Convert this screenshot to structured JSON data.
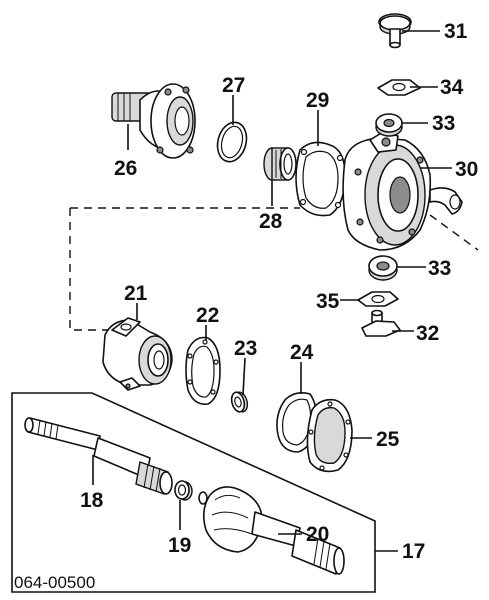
{
  "figure_id": "064-00500",
  "callouts": {
    "c17": "17",
    "c18": "18",
    "c19": "19",
    "c20": "20",
    "c21": "21",
    "c22": "22",
    "c23": "23",
    "c24": "24",
    "c25": "25",
    "c26": "26",
    "c27": "27",
    "c28": "28",
    "c29": "29",
    "c30": "30",
    "c31": "31",
    "c32": "32",
    "c33a": "33",
    "c33b": "33",
    "c34": "34",
    "c35": "35"
  }
}
